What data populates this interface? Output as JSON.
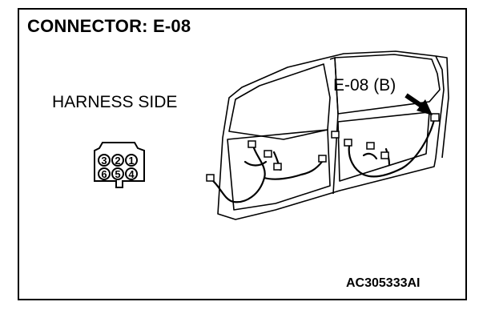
{
  "title": "CONNECTOR: E-08",
  "harness_label": "HARNESS SIDE",
  "callout_label": "E-08 (B)",
  "figure_code": "AC305333AI",
  "connector": {
    "top_row": [
      "3",
      "2",
      "1"
    ],
    "bottom_row": [
      "6",
      "5",
      "4"
    ]
  }
}
